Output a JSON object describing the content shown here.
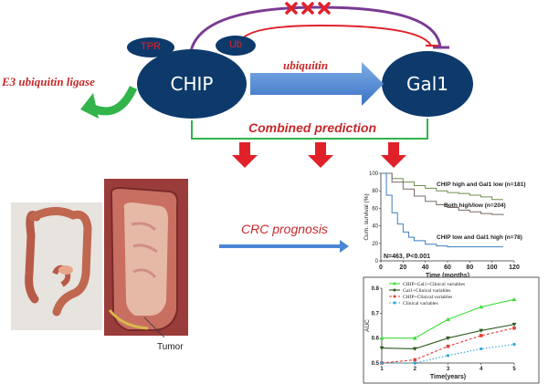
{
  "diagram": {
    "nodes": {
      "chip": "CHIP",
      "gal1": "Gal1",
      "tpr": "TPR",
      "ub": "Ub"
    },
    "labels": {
      "e3": "E3 ubiquitin ligase",
      "ubiquitin": "ubiquitin",
      "combined": "Combined prediction",
      "crc": "CRC prognosis",
      "tumor": "Tumor"
    },
    "colors": {
      "node_fill": "#0d3a6b",
      "arrow_blue": "#4a86d4",
      "green": "#32b44a",
      "red": "#e0212a",
      "purple": "#7a3b93"
    }
  },
  "chart_data": [
    {
      "type": "line",
      "xlabel": "Time (months)",
      "ylabel": "Cum. survival (%)",
      "xlim": [
        0,
        120
      ],
      "ylim": [
        0,
        100
      ],
      "xticks": [
        "0",
        "20",
        "40",
        "60",
        "80",
        "100",
        "120"
      ],
      "yticks": [
        "0",
        "20",
        "40",
        "60",
        "80",
        "100"
      ],
      "annotation": "N=463, P<0.001",
      "series": [
        {
          "name": "CHIP high and Gal1 low (n=181)",
          "color": "#6f8f4a",
          "x": [
            0,
            10,
            20,
            30,
            40,
            50,
            60,
            70,
            80,
            90,
            100,
            110
          ],
          "y": [
            100,
            94,
            90,
            86,
            83,
            80,
            78,
            77,
            75,
            73,
            70,
            70
          ]
        },
        {
          "name": "Both high/low (n=204)",
          "color": "#7a6a62",
          "x": [
            0,
            10,
            20,
            30,
            40,
            50,
            60,
            70,
            80,
            90,
            100,
            110
          ],
          "y": [
            100,
            90,
            82,
            74,
            68,
            64,
            61,
            58,
            56,
            54,
            53,
            52
          ]
        },
        {
          "name": "CHIP low and Gal1 high (n=78)",
          "color": "#3c7fbf",
          "x": [
            0,
            5,
            10,
            15,
            20,
            25,
            30,
            40,
            50,
            60,
            70,
            80,
            90,
            100,
            110
          ],
          "y": [
            100,
            75,
            55,
            42,
            33,
            27,
            23,
            19,
            17,
            16,
            16,
            16,
            16,
            16,
            16
          ]
        }
      ]
    },
    {
      "type": "line",
      "xlabel": "Time(years)",
      "ylabel": "AUC",
      "ylim": [
        0.5,
        0.8
      ],
      "x": [
        1,
        2,
        3,
        4,
        5
      ],
      "xticks": [
        "1",
        "2",
        "3",
        "4",
        "5"
      ],
      "yticks": [
        "0.5",
        "0.6",
        "0.7",
        "0.8"
      ],
      "series": [
        {
          "name": "CHIP+Gal1+Clinical variables",
          "color": "#3ddc3a",
          "values": [
            0.6,
            0.6,
            0.675,
            0.725,
            0.755
          ]
        },
        {
          "name": "Gal1+Clinical variables",
          "color": "#2e5a1f",
          "values": [
            0.56,
            0.557,
            0.6,
            0.63,
            0.655
          ]
        },
        {
          "name": "CHIP+Clinical variables",
          "color": "#e0403a",
          "values": [
            0.5,
            0.513,
            0.567,
            0.61,
            0.64
          ]
        },
        {
          "name": "Clinical variables",
          "color": "#2aa6d8",
          "values": [
            0.5,
            0.5,
            0.53,
            0.557,
            0.575
          ]
        }
      ]
    }
  ]
}
